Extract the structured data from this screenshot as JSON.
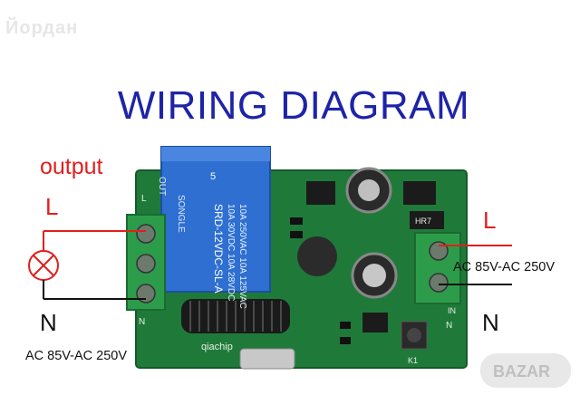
{
  "watermark": "Йордан",
  "title": "WIRING DIAGRAM",
  "output_label": "output",
  "left_L": "L",
  "right_L": "L",
  "left_N": "N",
  "right_N": "N",
  "ac_left": "AC 85V-AC 250V",
  "ac_right": "AC 85V-AC 250V",
  "relay": {
    "brand": "SONGLE",
    "number": "5",
    "lines": [
      "10A 250VAC  10A 125VAC",
      "10A 30VDC  10A 28VDC",
      "SRD-12VDC-SL-A"
    ]
  },
  "board_labels": {
    "out": "OUT",
    "in": "IN",
    "l_top": "L",
    "n_bottom_left": "N",
    "n_bottom_right": "N",
    "hr7": "HR7",
    "k1": "K1",
    "chip": "qiachip"
  },
  "colors": {
    "title": "#1e24a8",
    "accent_red": "#e0201c",
    "pcb_green": "#1f7a3a",
    "terminal_green": "#2c9c4a",
    "relay_blue": "#2e6fd1"
  }
}
